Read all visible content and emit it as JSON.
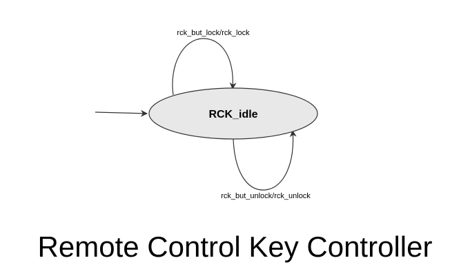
{
  "diagram": {
    "state": {
      "name": "RCK_idle",
      "fill_color": "#e8e8e8",
      "stroke_color": "#333333"
    },
    "transitions": [
      {
        "label": "rck_but_lock/rck_lock"
      },
      {
        "label": "rck_but_unlock/rck_unlock"
      }
    ],
    "edge_color": "#333333"
  },
  "page": {
    "title": "Remote Control Key Controller"
  }
}
